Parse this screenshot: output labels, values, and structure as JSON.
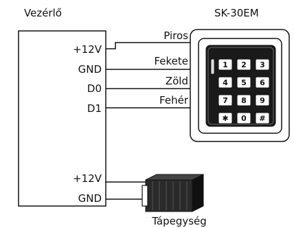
{
  "controller": {
    "title": "Vezérlő",
    "pins_top": [
      "+12V",
      "GND",
      "D0",
      "D1"
    ],
    "pins_bottom": [
      "+12V",
      "GND"
    ]
  },
  "device": {
    "title": "SK-30EM",
    "wires": [
      "Piros",
      "Fekete",
      "Zöld",
      "Fehér"
    ],
    "keys": [
      "1",
      "2",
      "3",
      "4",
      "5",
      "6",
      "7",
      "8",
      "9",
      "✱",
      "0",
      "#"
    ]
  },
  "power_supply": {
    "label": "Tápegység"
  }
}
